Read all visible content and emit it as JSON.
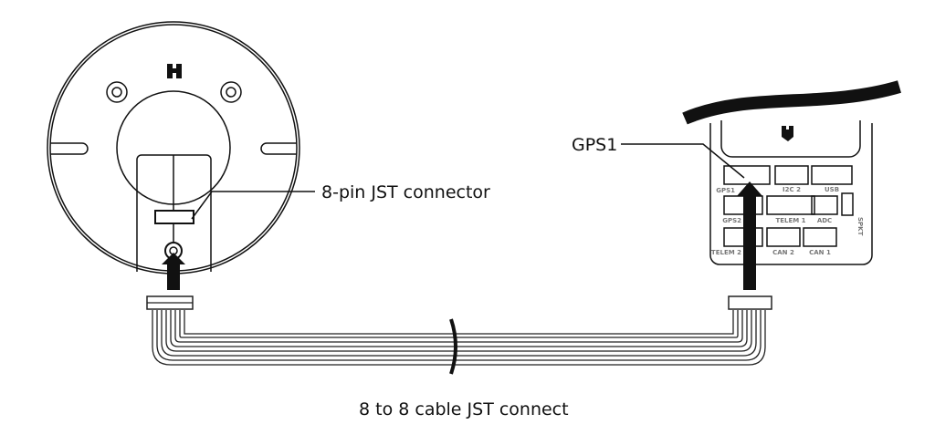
{
  "labels": {
    "connector": "8-pin JST connector",
    "gps_port": "GPS1",
    "cable": "8 to 8 cable JST connect"
  },
  "flight_controller_ports": [
    "GPS1",
    "I2C 2",
    "USB",
    "GPS2",
    "TELEM 1",
    "ADC",
    "SPKT",
    "TELEM 2",
    "CAN 2",
    "CAN 1"
  ],
  "colors": {
    "line": "#111111",
    "port_text": "#777777"
  }
}
